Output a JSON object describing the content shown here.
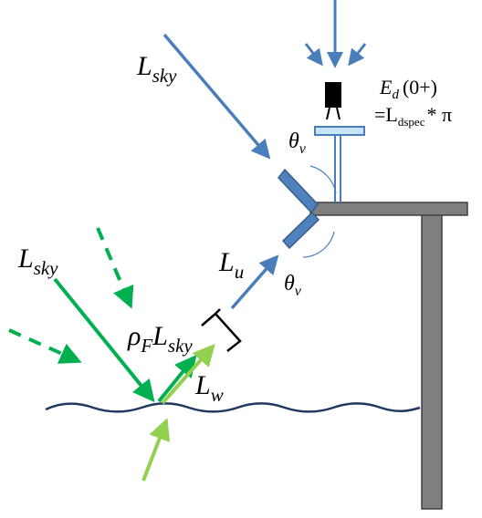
{
  "labels": {
    "lsky_top": {
      "main": "L",
      "sub": "sky"
    },
    "lsky_left": {
      "main": "L",
      "sub": "sky"
    },
    "ed_line1": {
      "main": "E",
      "sub": "d",
      "rest": "(0+)"
    },
    "ed_line2": {
      "prefix": "=L",
      "sub": "dspec",
      "rest": "* π"
    },
    "theta_upper": {
      "main": "θ",
      "sub": "v"
    },
    "theta_lower": {
      "main": "θ",
      "sub": "v"
    },
    "lu": {
      "main": "L",
      "sub": "u"
    },
    "rho_lsky": {
      "rho": "ρ",
      "rho_sub": "F",
      "main": "L",
      "sub": "sky"
    },
    "lw": {
      "main": "L",
      "sub": "w"
    }
  },
  "colors": {
    "blue_arrow": "#4a7ebb",
    "dark_green": "#00b050",
    "light_green": "#92d050",
    "sensor_blue": "#4f81bd",
    "sensor_edge": "#385d8a",
    "pole_gray": "#7f7f7f",
    "pole_edge": "#404040",
    "water": "#1f3864",
    "plate_fill": "#c6e6f5",
    "plate_edge": "#4a7ebb",
    "camera": "#000000"
  }
}
